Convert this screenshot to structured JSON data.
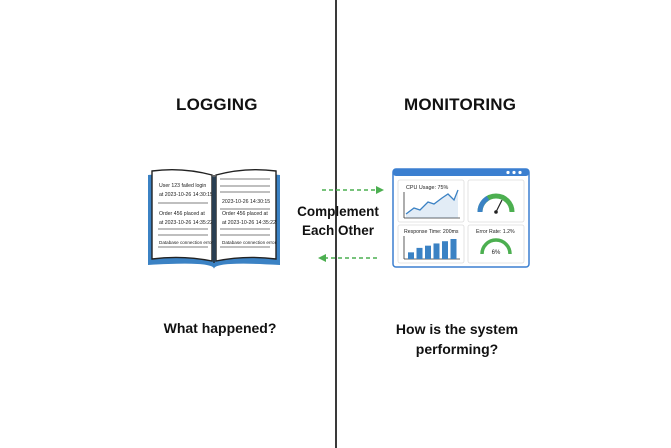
{
  "left": {
    "title": "LOGGING",
    "caption": "What happened?",
    "book": {
      "left_page": {
        "entries": [
          [
            "User 123 failed login",
            "at 2023-10-26 14:30:15"
          ],
          [
            "Order 456 placed at",
            "at 2023-10-26 14:35:22"
          ]
        ],
        "footer": "Database connection error"
      },
      "right_page": {
        "entries": [
          [
            "2023-10-26 14:30:15"
          ],
          [
            "Order 456 placed at",
            "at 2023-10-26 14:35:22"
          ]
        ],
        "footer": "Database connection error"
      }
    }
  },
  "center": {
    "label_line1": "Complement",
    "label_line2": "Each Other",
    "arrow_color": "#4caf50"
  },
  "right": {
    "title": "MONITORING",
    "caption_line1": "How is the system",
    "caption_line2": "performing?",
    "dashboard": {
      "cpu_label": "CPU Usage: 75%",
      "cpu_gauge_value": 0.75,
      "response_label": "Response Time: 200ms",
      "error_label": "Error Rate: 1.2%",
      "error_gauge_text": "6%",
      "bar_values": [
        3,
        5,
        6,
        7,
        8,
        9
      ]
    }
  },
  "colors": {
    "book_blue": "#3b82c4",
    "window_blue": "#3b7fd0",
    "accent_green": "#4caf50"
  }
}
